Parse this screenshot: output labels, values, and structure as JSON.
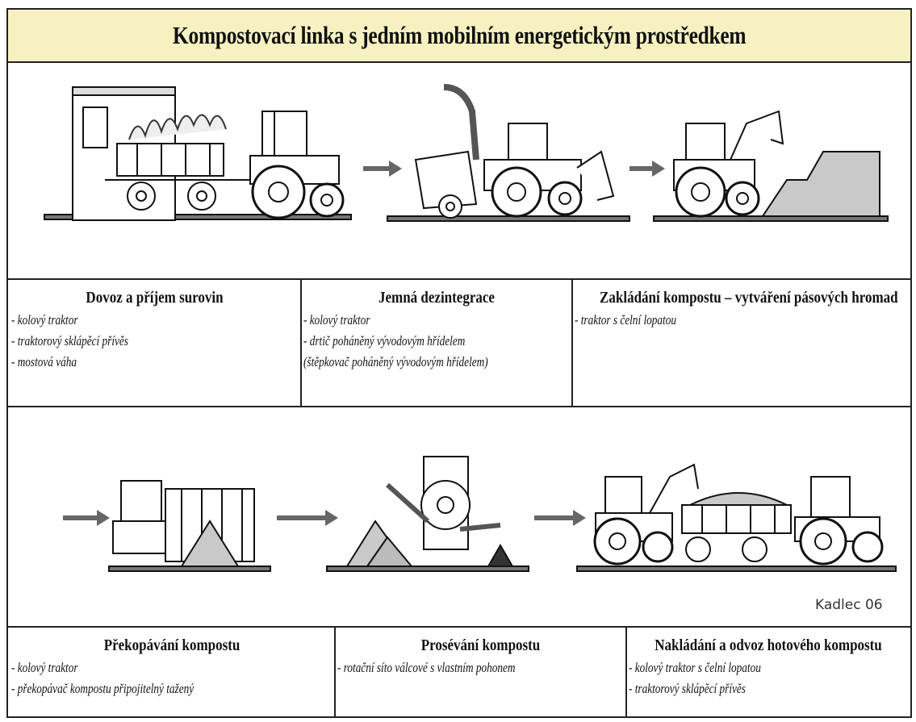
{
  "title": "Kompostovací linka s jedním mobilním energetickým prostředkem",
  "signature": "Kadlec 06",
  "steps_top": [
    {
      "title": "Dovoz a příjem surovin",
      "items": [
        "- kolový traktor",
        "- traktorový sklápěcí přívěs",
        "- mostová váha"
      ]
    },
    {
      "title": "Jemná dezintegrace",
      "items": [
        "- kolový traktor",
        "- drtič poháněný vývodovým hřídelem",
        "(štěpkovač poháněný vývodovým hřídelem)"
      ]
    },
    {
      "title": "Zakládání kompostu – vytváření pásových hromad",
      "items": [
        "- traktor s čelní lopatou"
      ]
    }
  ],
  "steps_bottom": [
    {
      "title": "Překopávání kompostu",
      "items": [
        "- kolový traktor",
        "- překopávač kompostu připojitelný tažený"
      ]
    },
    {
      "title": "Prosévání kompostu",
      "items": [
        "- rotační síto válcové s vlastním pohonem"
      ]
    },
    {
      "title": "Nakládání a odvoz hotového kompostu",
      "items": [
        "- kolový traktor s čelní lopatou",
        "- traktorový sklápěcí přívěs"
      ]
    }
  ]
}
